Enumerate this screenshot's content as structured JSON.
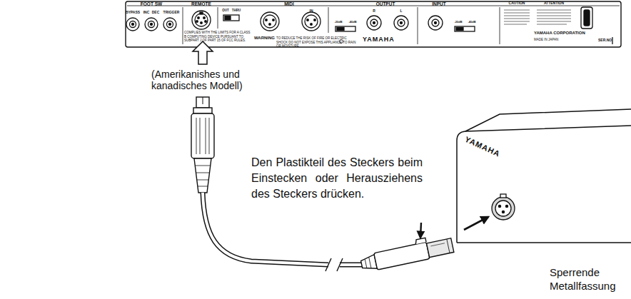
{
  "diagram": {
    "labels": [
      "FOOT SW",
      "BYPASS",
      "INC",
      "DEC",
      "TRIGGER",
      "REMOTE",
      "COMPLIES WITH THE LIMITS FOR A CLASS B COMPUTING DEVICE PURSUANT TO SUBPART J OF PART 15 OF FCC RULES.",
      "MIDI",
      "OUT",
      "THRU",
      "IN",
      "OUTPUT",
      "R",
      "L",
      "-20dB",
      "-40dB",
      "INPUT",
      "-20dB",
      "-40dB",
      "YAMAHA",
      "WARNING",
      "TO REDUCE THE RISK OF FIRE OR ELECTRIC SHOCK DO NOT EXPOSE THIS APPLIANCE TO RAIN OR MOISTURE",
      "CAUTION",
      "ATTENTION",
      "YAMAHA CORPORATION",
      "MADE IN JAPAN",
      "SER.NO",
      "(Amerikanishes und kanadisches Modell)",
      "Den Plastikteil des Steckers beim Einstecken oder Herausziehens des Steckers drücken.",
      "Sperrende Metallfassung",
      "YAMAHA"
    ]
  }
}
